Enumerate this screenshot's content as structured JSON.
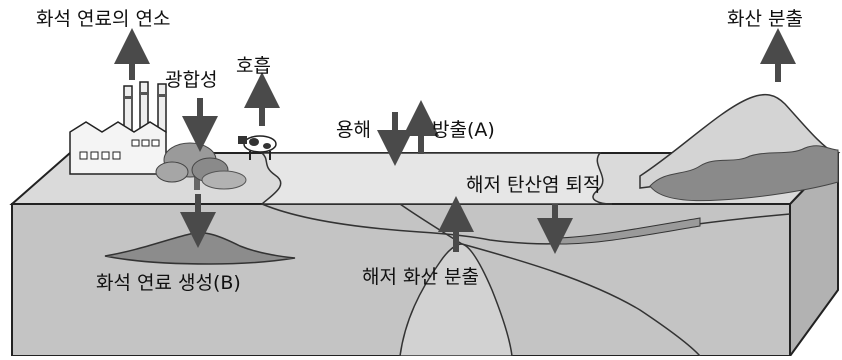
{
  "labels": {
    "fossil_combustion": "화석 연료의 연소",
    "volcano_eruption": "화산 분출",
    "photosynthesis": "광합성",
    "respiration": "호흡",
    "dissolution": "용해",
    "release": "방출(A)",
    "seafloor_carbonate": "해저 탄산염 퇴적",
    "fossil_formation": "화석 연료 생성(B)",
    "seafloor_volcano": "해저 화산 분출"
  },
  "colors": {
    "arrow": "#4a4a4a",
    "ground_top": "#dadada",
    "ocean": "#e6e6e6",
    "block_front": "#c4c4c4",
    "block_side": "#b2b2b2",
    "vegetation": "#8a8a8a",
    "volcano": "#d4d4d4"
  }
}
